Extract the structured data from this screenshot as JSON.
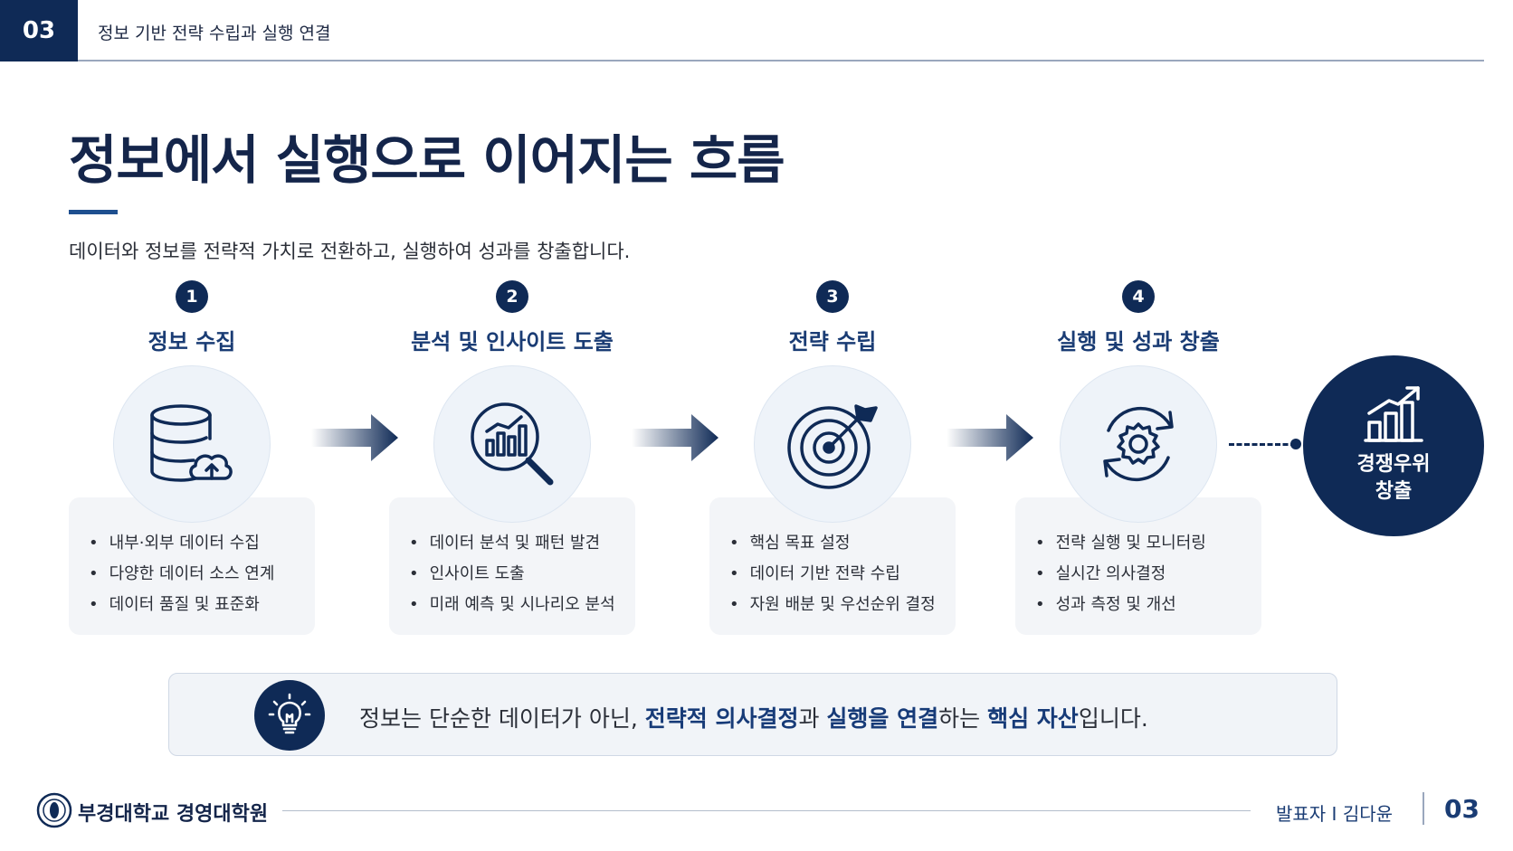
{
  "header": {
    "section_number": "03",
    "section_title": "정보 기반 전략 수립과 실행 연결"
  },
  "main": {
    "title": "정보에서 실행으로 이어지는 흐름",
    "description": "데이터와 정보를 전략적 가치로 전환하고, 실행하여 성과를 창출합니다."
  },
  "steps": [
    {
      "number": "1",
      "label": "정보 수집",
      "icon": "database-cloud-upload-icon",
      "items": [
        "내부·외부 데이터 수집",
        "다양한 데이터 소스 연계",
        "데이터 품질 및 표준화"
      ]
    },
    {
      "number": "2",
      "label": "분석 및 인사이트 도출",
      "icon": "magnifier-chart-icon",
      "items": [
        "데이터 분석 및 패턴 발견",
        "인사이트 도출",
        "미래 예측 및 시나리오 분석"
      ]
    },
    {
      "number": "3",
      "label": "전략 수립",
      "icon": "target-arrow-icon",
      "items": [
        "핵심 목표 설정",
        "데이터 기반 전략 수립",
        "자원 배분 및 우선순위 결정"
      ]
    },
    {
      "number": "4",
      "label": "실행 및 성과 창출",
      "icon": "gear-cycle-icon",
      "items": [
        "전략 실행 및 모니터링",
        "실시간 의사결정",
        "성과 측정 및 개선"
      ]
    }
  ],
  "goal": {
    "line1": "경쟁우위",
    "line2": "창출",
    "icon": "growth-chart-icon"
  },
  "note": {
    "part1": "정보는 단순한 데이터가 아닌, ",
    "highlight1": "전략적 의사결정",
    "part2": "과 ",
    "highlight2": "실행을 연결",
    "part3": "하는 ",
    "highlight3": "핵심 자산",
    "part4": "입니다."
  },
  "footer": {
    "school": "부경대학교 경영대학원",
    "presenter": "발표자 I 김다윤",
    "page": "03"
  },
  "colors": {
    "primary": "#0f2a56",
    "accent": "#1a3c74",
    "card": "#f3f5f8",
    "circle": "#eef3f9"
  }
}
